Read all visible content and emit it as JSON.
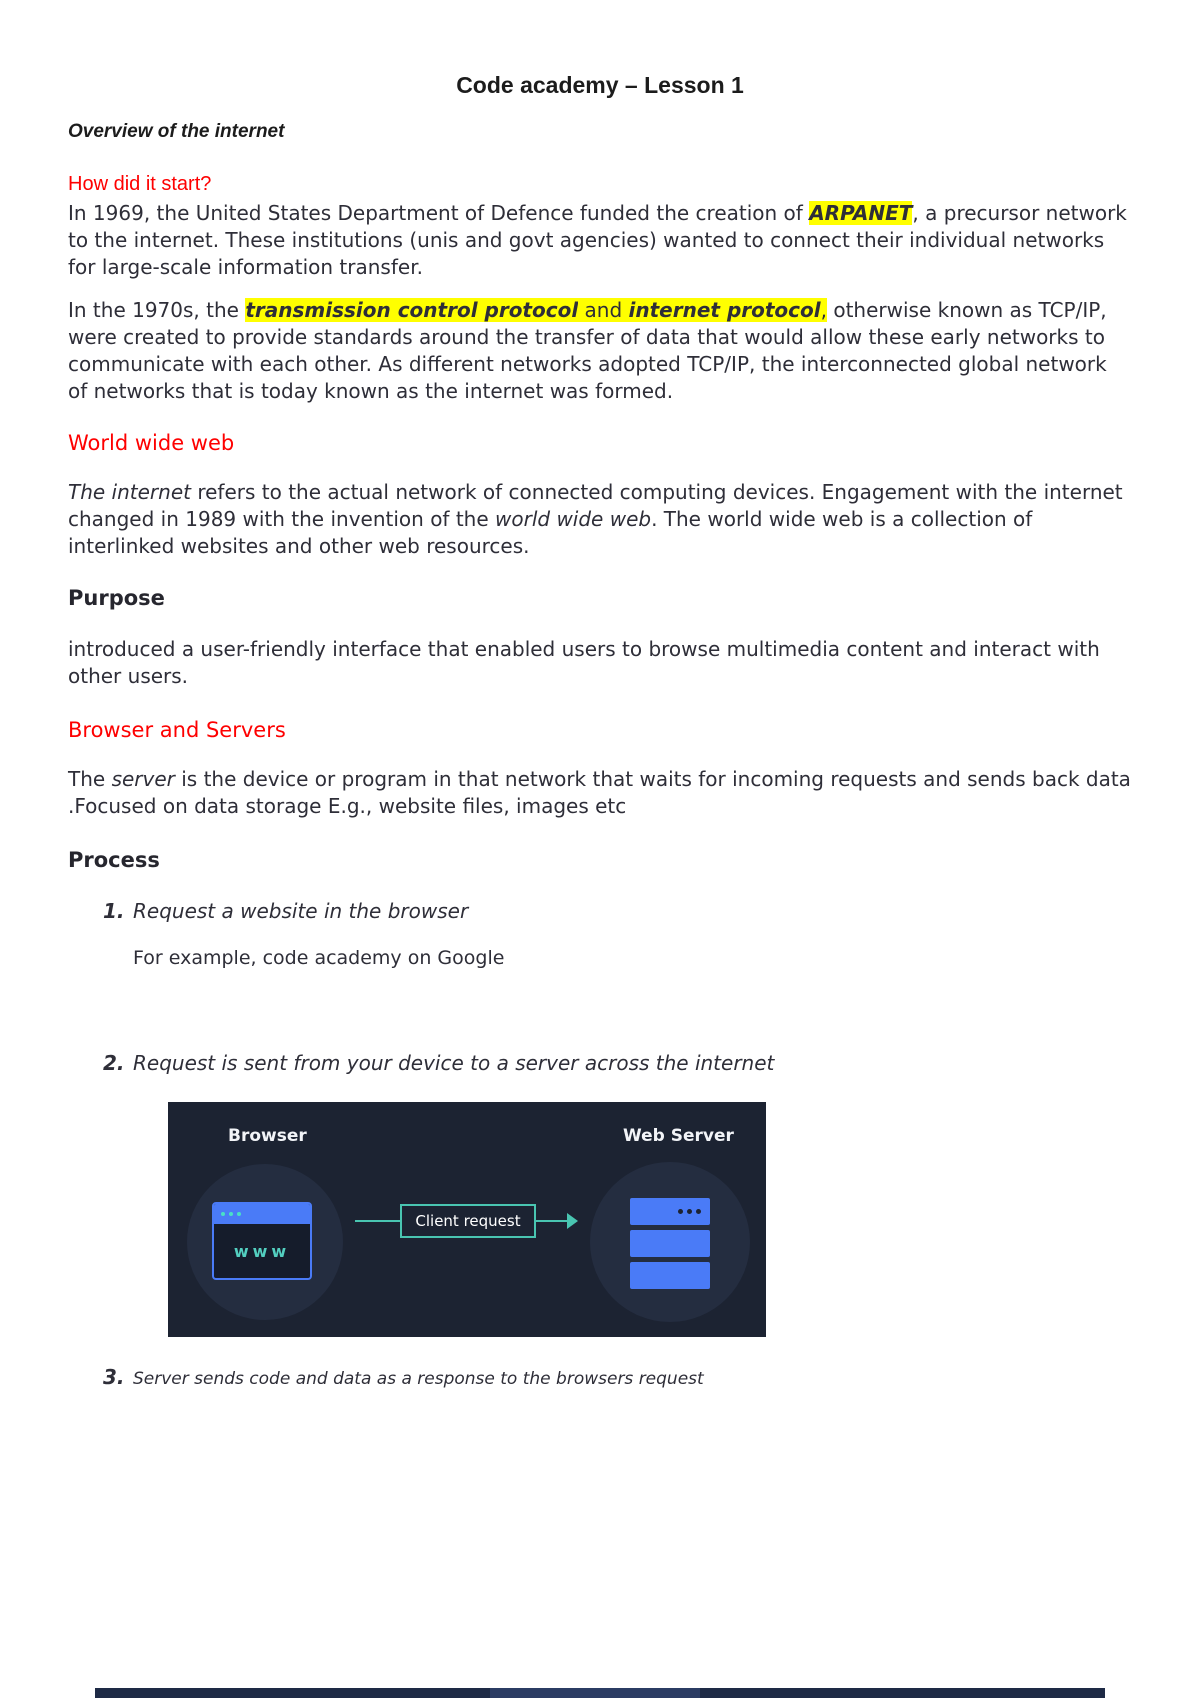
{
  "document": {
    "title": "Code academy – Lesson 1",
    "subtitle": "Overview of the internet"
  },
  "sections": {
    "how_start": {
      "heading": "How did it start?",
      "p1": {
        "s0": "In 1969, the United States Department of Defence funded the creation of ",
        "s1": "ARPANET",
        "s2": ", a precursor network to the internet. These institutions (unis and govt agencies) wanted to connect their individual networks for large-scale information transfer."
      },
      "p2": {
        "s0": "In the 1970s, the ",
        "s1": "transmission control protocol",
        "s2": " and ",
        "s3": "internet protocol",
        "s4": ",",
        "s5": " otherwise known as TCP/IP, were created to provide standards around the transfer of data that would allow these early networks to communicate with each other. As different networks adopted TCP/IP, the interconnected global network of networks that is today known as the internet was formed."
      }
    },
    "www": {
      "heading": "World wide web",
      "p": {
        "s0": "The internet",
        "s1": " refers to the actual network of connected computing devices. Engagement with the internet changed in 1989 with the invention of the ",
        "s2": "world wide web",
        "s3": ". The world wide web is a collection of interlinked websites and other web resources."
      }
    },
    "purpose": {
      "heading": "Purpose",
      "p": "introduced a user-friendly interface that enabled users to browse multimedia content and interact with other users."
    },
    "browser_servers": {
      "heading": "Browser and Servers",
      "p": {
        "s0": "The ",
        "s1": "server",
        "s2": " is the device or program in that network that waits for incoming requests and sends back data .Focused on data storage E.g., website files, images etc"
      }
    },
    "process": {
      "heading": "Process",
      "i1": {
        "num": "1.",
        "text": "Request a website in the browser",
        "sub": "For example, code academy on Google"
      },
      "i2": {
        "num": "2.",
        "text": "Request is sent from your device to a server across the internet"
      },
      "i3": {
        "num": "3.",
        "text": "Server sends code and data as a response to the browsers request"
      }
    }
  },
  "diagram": {
    "browser_label": "Browser",
    "server_label": "Web Server",
    "request_label": "Client request",
    "www_text": "www"
  },
  "colors": {
    "highlight": "#ffff00",
    "heading_red": "#fe0000",
    "diagram_background": "#1c2332",
    "accent_teal": "#49c5b1",
    "accent_blue": "#4a7bf7"
  }
}
